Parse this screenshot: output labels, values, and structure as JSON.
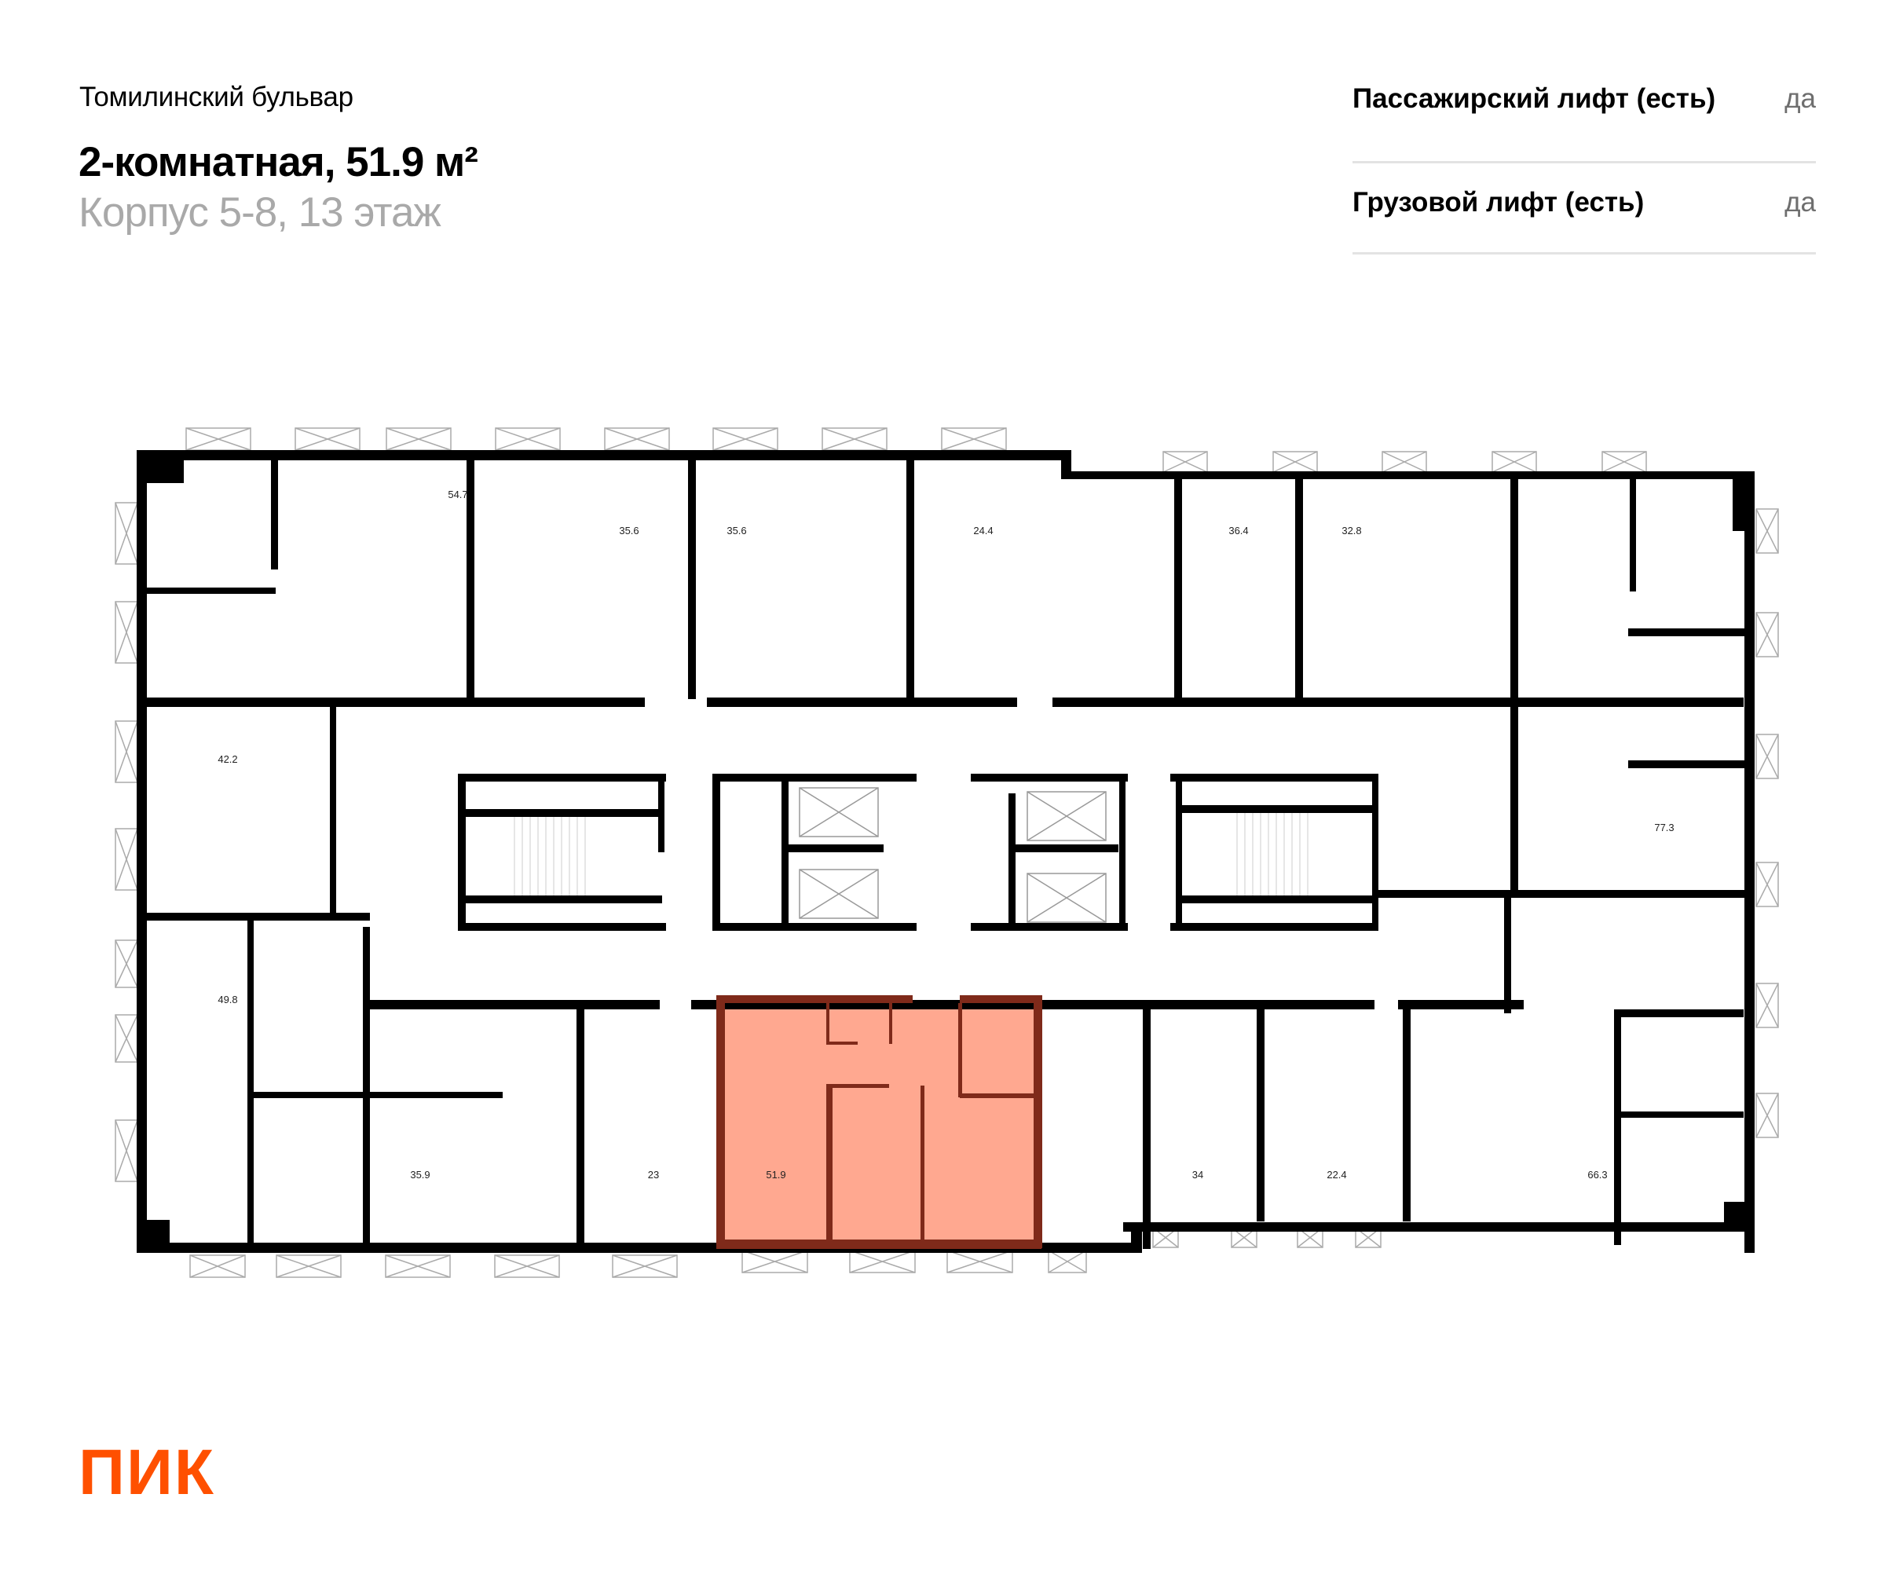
{
  "header": {
    "project": "Томилинский бульвар",
    "title": "2-комнатная, 51.9 м²",
    "subtitle": "Корпус 5-8, 13 этаж"
  },
  "specs": [
    {
      "label": "Пассажирский лифт (есть)",
      "value": "да"
    },
    {
      "label": "Грузовой лифт (есть)",
      "value": "да"
    }
  ],
  "floor_plan": {
    "highlight_color": "#FFA890",
    "highlight_wall_color": "#7F2A1A",
    "wall_color": "#000000",
    "selected_apartment": {
      "area": "51.9"
    },
    "apartments_top": [
      {
        "area": "54.7"
      },
      {
        "area": "35.6"
      },
      {
        "area": "35.6"
      },
      {
        "area": "24.4"
      },
      {
        "area": "36.4"
      },
      {
        "area": "32.8"
      }
    ],
    "apartments_side_left": [
      {
        "area": "42.2"
      },
      {
        "area": "49.8"
      }
    ],
    "apartments_side_right": [
      {
        "area": "77.3"
      }
    ],
    "apartments_bottom": [
      {
        "area": "35.9"
      },
      {
        "area": "23"
      },
      {
        "area": "51.9"
      },
      {
        "area": "34"
      },
      {
        "area": "22.4"
      },
      {
        "area": "66.3"
      }
    ]
  },
  "logo": {
    "text": "ПИК",
    "color": "#FF5000"
  }
}
